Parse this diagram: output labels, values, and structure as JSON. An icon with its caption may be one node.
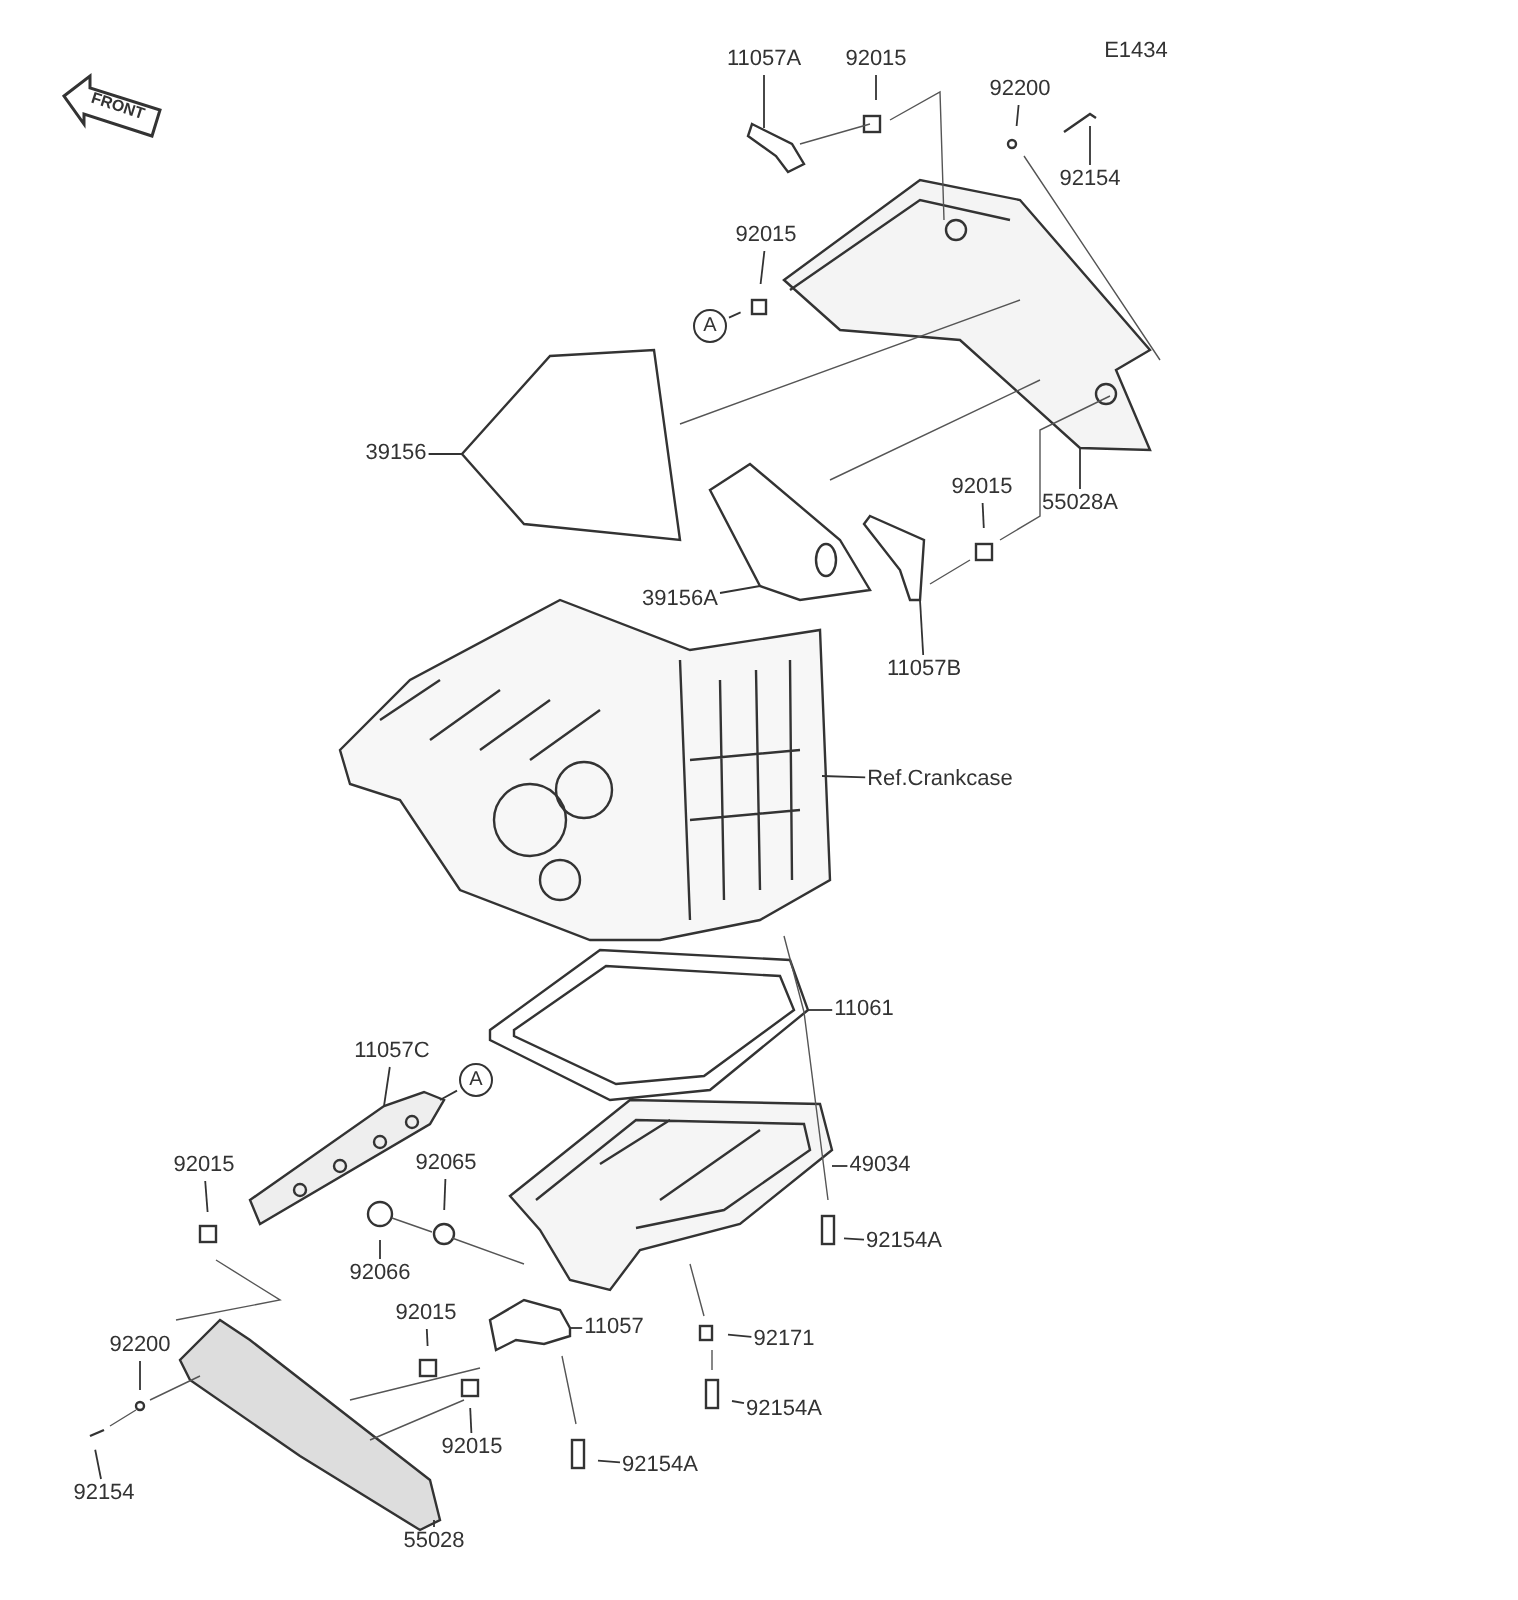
{
  "diagram": {
    "nodes": [
      {
        "text": [
          "11057A"
        ]
      },
      {
        "text": [
          "92015"
        ]
      },
      {
        "text": [
          "92200"
        ]
      },
      {
        "text": [
          "92154"
        ]
      },
      {
        "text": [
          "92015"
        ]
      },
      {
        "text": [
          "A"
        ]
      },
      {
        "text": [
          "39156"
        ]
      },
      {
        "text": [
          "55028A"
        ]
      },
      {
        "text": [
          "92015"
        ]
      },
      {
        "text": [
          "39156A"
        ]
      },
      {
        "text": [
          "11057B"
        ]
      },
      {
        "text": [
          "Ref.Crankcase"
        ]
      },
      {
        "text": [
          "11061"
        ]
      },
      {
        "text": [
          "11057C"
        ]
      },
      {
        "text": [
          "A"
        ]
      },
      {
        "text": [
          "92015"
        ]
      },
      {
        "text": [
          "92065"
        ]
      },
      {
        "text": [
          "49034"
        ]
      },
      {
        "text": [
          "92066"
        ]
      },
      {
        "text": [
          "92154A"
        ]
      },
      {
        "text": [
          "92015"
        ]
      },
      {
        "text": [
          "11057"
        ]
      },
      {
        "text": [
          "92171"
        ]
      },
      {
        "text": [
          "92200"
        ]
      },
      {
        "text": [
          "92154A"
        ]
      },
      {
        "text": [
          "92015"
        ]
      },
      {
        "text": [
          "92154"
        ]
      },
      {
        "text": [
          "92154A"
        ]
      },
      {
        "text": [
          "55028"
        ]
      },
      {
        "text": [
          "E1434"
        ]
      },
      {
        "text": [],
        "shape": "picture"
      },
      {
        "text": [],
        "shape": "picture"
      },
      {
        "text": [],
        "shape": "picture"
      },
      {
        "text": [],
        "shape": "picture"
      },
      {
        "text": [],
        "shape": "picture"
      },
      {
        "text": [],
        "shape": "picture"
      },
      {
        "text": [],
        "shape": "picture"
      },
      {
        "text": [],
        "shape": "picture"
      },
      {
        "text": [],
        "shape": "picture"
      },
      {
        "text": [],
        "shape": "picture"
      },
      {
        "text": [],
        "shape": "picture"
      }
    ],
    "edges": [
      {
        "from": 0,
        "to": 30,
        "arrow": "none"
      },
      {
        "from": 1,
        "to": null,
        "arrow": "none"
      },
      {
        "from": 2,
        "to": null,
        "arrow": "none"
      },
      {
        "from": 3,
        "to": null,
        "arrow": "none"
      },
      {
        "from": 4,
        "to": null,
        "arrow": "none"
      },
      {
        "from": 5,
        "to": null,
        "arrow": "none"
      },
      {
        "from": 6,
        "to": 32,
        "arrow": "none"
      },
      {
        "from": 7,
        "to": 31,
        "arrow": "none"
      },
      {
        "from": 8,
        "to": null,
        "arrow": "none"
      },
      {
        "from": 9,
        "to": 33,
        "arrow": "none"
      },
      {
        "from": 10,
        "to": 34,
        "arrow": "none"
      },
      {
        "from": 11,
        "to": 35,
        "arrow": "none"
      },
      {
        "from": 12,
        "to": 36,
        "arrow": "none"
      },
      {
        "from": 13,
        "to": 37,
        "arrow": "none"
      },
      {
        "from": 14,
        "to": 37,
        "arrow": "none"
      },
      {
        "from": 15,
        "to": null,
        "arrow": "none"
      },
      {
        "from": 16,
        "to": null,
        "arrow": "none"
      },
      {
        "from": 17,
        "to": 38,
        "arrow": "none"
      },
      {
        "from": 18,
        "to": null,
        "arrow": "none"
      },
      {
        "from": 19,
        "to": null,
        "arrow": "none"
      },
      {
        "from": 20,
        "to": null,
        "arrow": "none"
      },
      {
        "from": 21,
        "to": 39,
        "arrow": "none"
      },
      {
        "from": 22,
        "to": null,
        "arrow": "none"
      },
      {
        "from": 23,
        "to": null,
        "arrow": "none"
      },
      {
        "from": 24,
        "to": null,
        "arrow": "none"
      },
      {
        "from": 25,
        "to": null,
        "arrow": "none"
      },
      {
        "from": 26,
        "to": null,
        "arrow": "none"
      },
      {
        "from": 27,
        "to": null,
        "arrow": "none"
      },
      {
        "from": 28,
        "to": 40,
        "arrow": "none"
      }
    ],
    "labels": [
      "FRONT"
    ]
  }
}
